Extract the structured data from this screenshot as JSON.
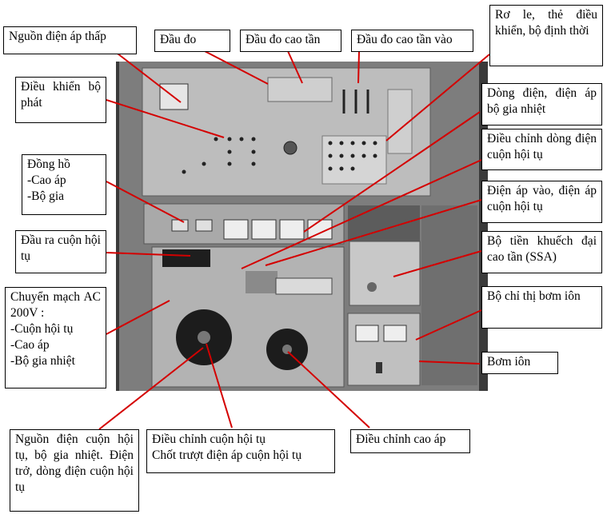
{
  "labels": {
    "low_voltage_supply": "Nguồn điện áp thấp",
    "probe": "Đầu đo",
    "hf_probe": "Đầu đo cao tần",
    "hf_probe_in": "Đầu đo cao tần vào",
    "relay_cards_timer": "Rơ le, thẻ điều khiển, bộ định thời",
    "generator_control": "Điều khiển bộ phát",
    "heater_current_voltage": "Dòng điện, điện áp bộ gia nhiệt",
    "meters": "Đồng hồ\n-Cao áp\n-Bộ gia",
    "focus_coil_current_adj": "Điều chỉnh dòng điện cuộn hội tụ",
    "input_focus_voltage": "Điện áp vào, điện áp cuộn hội tụ",
    "focus_coil_output": "Đầu ra cuộn hội tụ",
    "ssa": "Bộ tiền khuếch đại cao tần (SSA)",
    "ac_switch": "Chuyển mạch AC 200V :\n-Cuộn hội tụ\n-Cao áp\n-Bộ gia nhiệt",
    "ion_pump_indicator": "Bộ chỉ thị bơm iôn",
    "ion_pump": "Bơm iôn",
    "focus_heater_supply": "Nguồn điện cuộn hội tụ, bộ gia nhiệt. Điện trở, dòng điện cuộn hội tụ",
    "focus_adjust": "Điều chỉnh cuộn hội tụ\nChốt trượt điện áp cuộn hội tụ",
    "hv_adjust": "Điều chỉnh cao áp"
  },
  "colors": {
    "leader": "#d40000",
    "cabinet": "#9c9c9c",
    "background": "#2b2b2b"
  }
}
